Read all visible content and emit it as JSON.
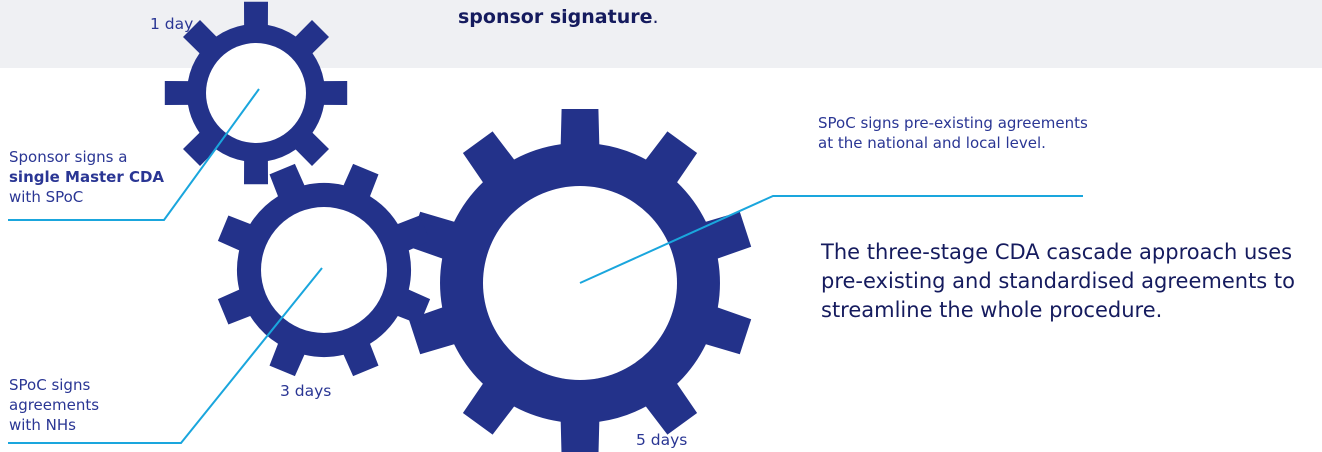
{
  "header": {
    "headline": "sponsor signature",
    "headline_suffix": "."
  },
  "gears": [
    {
      "name": "small",
      "days_label": "1 day"
    },
    {
      "name": "medium",
      "days_label": "3 days"
    },
    {
      "name": "large",
      "days_label": "5 days"
    }
  ],
  "callouts": {
    "master_cda": {
      "pre": "Sponsor signs a",
      "bold": "single Master CDA",
      "post": "with SPoC"
    },
    "nhs": {
      "text": "SPoC signs agreements with NHs"
    },
    "national": {
      "text": "SPoC signs pre-existing agreements at the national and local level."
    }
  },
  "summary": "The three-stage CDA cascade approach uses pre-existing and standardised agreements to streamline the whole procedure.",
  "colors": {
    "gear": "#23328a",
    "leader_line": "#1aa6dd",
    "text": "#2a3694",
    "band": "#eff0f3"
  }
}
